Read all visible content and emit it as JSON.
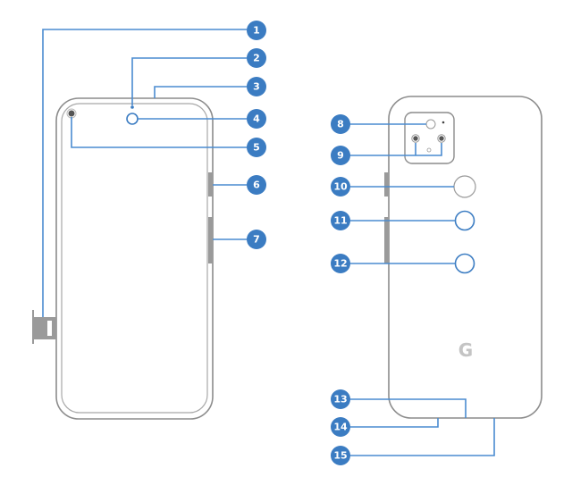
{
  "diagram": {
    "front_view": {
      "callouts": [
        "1",
        "2",
        "3",
        "4",
        "5",
        "6",
        "7"
      ]
    },
    "back_view": {
      "callouts": [
        "8",
        "9",
        "10",
        "11",
        "12",
        "13",
        "14",
        "15"
      ],
      "logo": "G"
    },
    "colors": {
      "callout_fill": "#3b7cc2",
      "leader_line": "#4a8bd0",
      "outline": "#8c8c8c",
      "button": "#9a9a9a"
    }
  }
}
